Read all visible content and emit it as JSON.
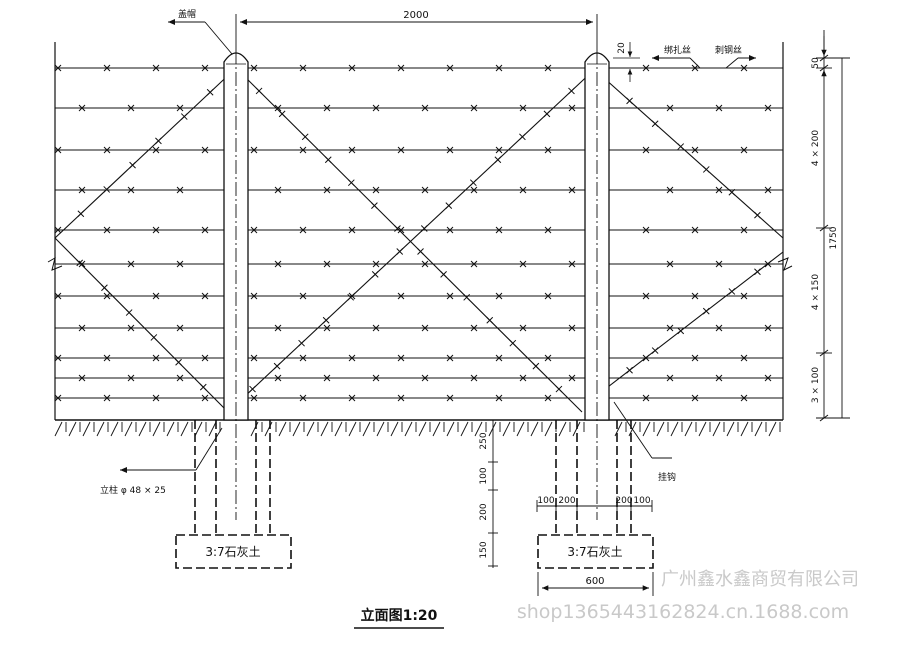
{
  "title": "立面图1:20",
  "top_span": "2000",
  "labels": {
    "cap": "盖帽",
    "tie_wire": "绑扎丝",
    "barbed_wire": "刺钢丝",
    "post": "立柱 φ 48 × 25",
    "hook": "挂钩",
    "footing": "3:7石灰土"
  },
  "right_dims": {
    "d50": "50",
    "d4x200": "4 × 200",
    "d1750": "1750",
    "d4x150": "4 × 150",
    "d3x100": "3 × 100"
  },
  "foundation_dims": {
    "d250": "250",
    "d100": "100",
    "d200": "200",
    "d150": "150",
    "b100a": "100",
    "b200a": "200",
    "b200b": "200",
    "b100b": "100",
    "d600": "600"
  },
  "cap_dim": "20",
  "watermark_company": "广州鑫水鑫商贸有限公司",
  "watermark_shop": "shop1365443162824.cn.1688.com"
}
